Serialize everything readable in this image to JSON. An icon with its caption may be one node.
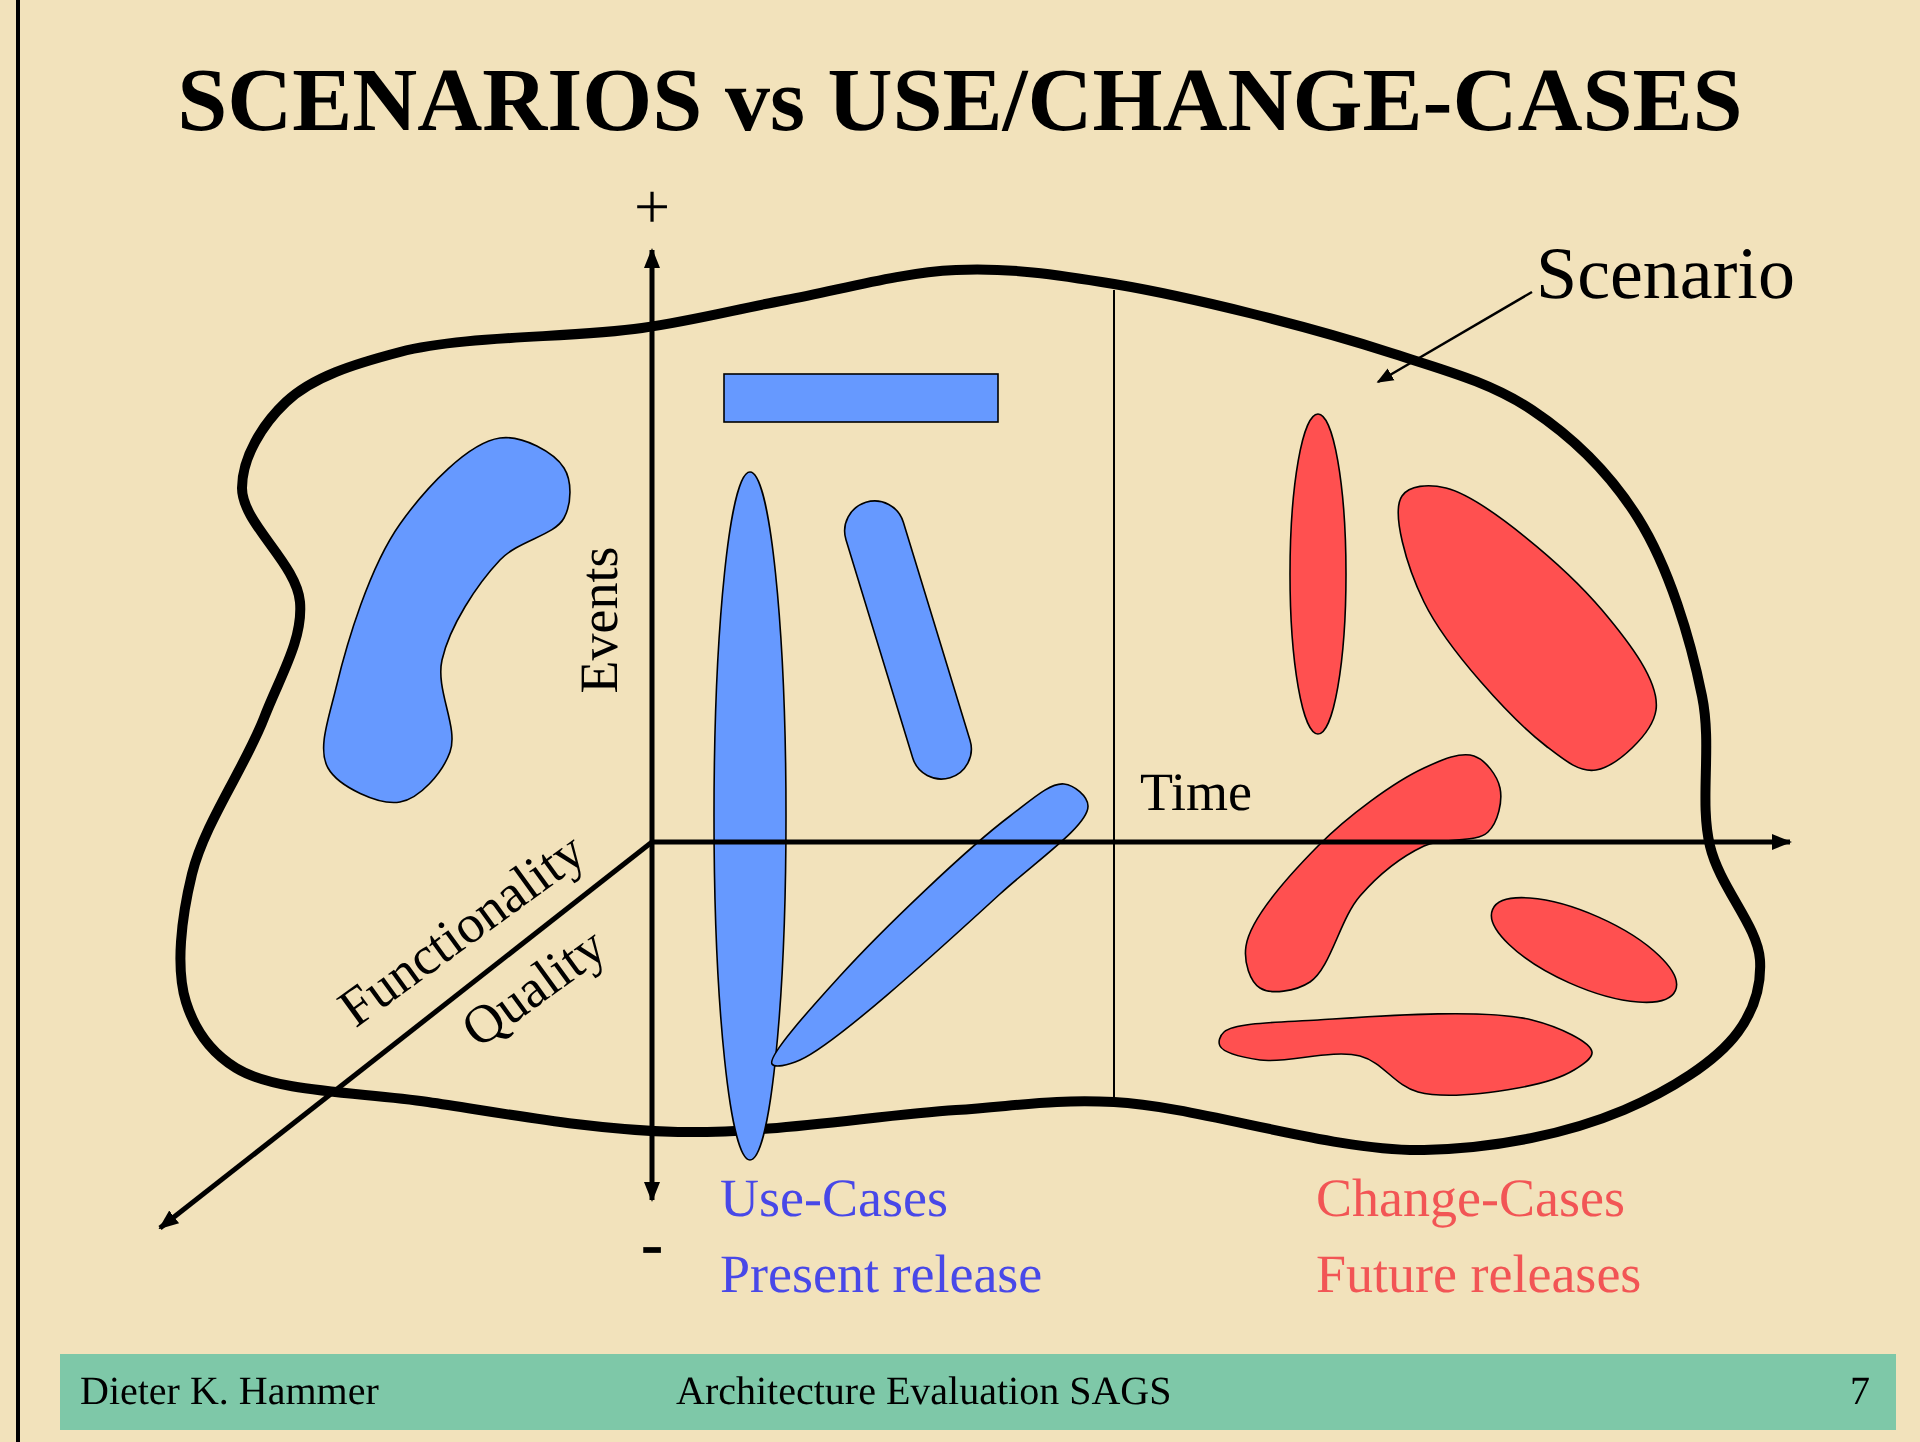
{
  "diagram": {
    "title": "SCENARIOS vs USE/CHANGE-CASES",
    "nodes": [
      {
        "text": [
          "Scenario"
        ]
      },
      {
        "text": [],
        "shape": "blob"
      }
    ],
    "edges": [
      {
        "from": 0,
        "to": 1,
        "arrow": "to"
      }
    ],
    "labels": [
      "+",
      "Events",
      "Time",
      "Functionality",
      "Quality",
      "-",
      "Use-Cases",
      "Present release",
      "Change-Cases",
      "Future releases",
      "Dieter K. Hammer",
      "Architecture Evaluation SAGS",
      "7"
    ]
  }
}
